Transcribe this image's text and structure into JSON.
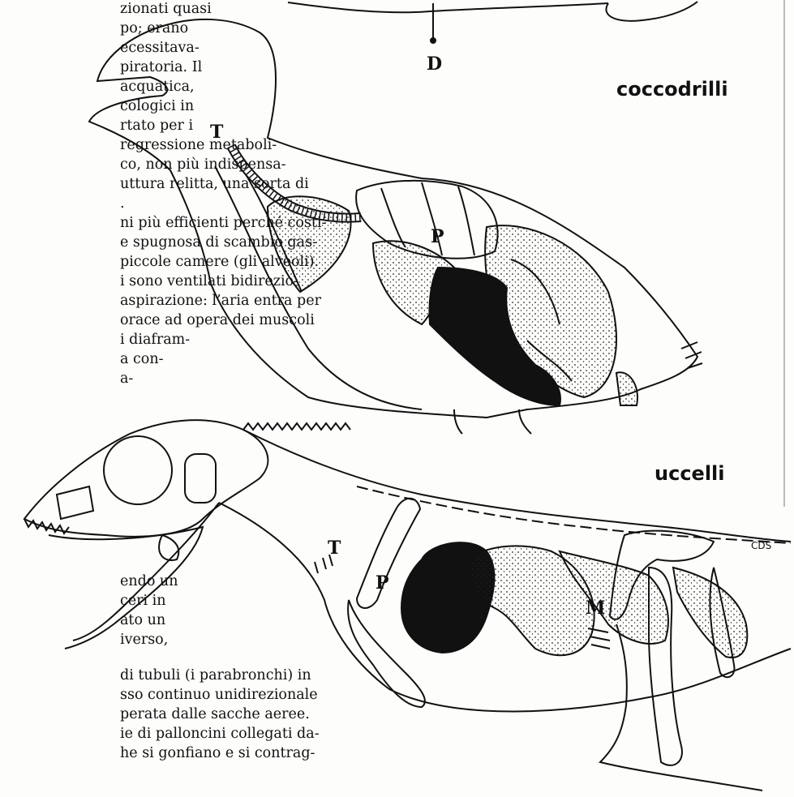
{
  "text_top": [
    "zionati quasi",
    "po; erano",
    "ecessitava-",
    "piratoria. Il",
    "acquatica,",
    "cologici in",
    "rtato per i",
    "regressione metaboli-",
    "co, non più indispensa-",
    "uttura relitta, una sorta di",
    ".",
    "ni più efficienti perché costi-",
    "e spugnosa di scambio gas-",
    "piccole camere (gli alveoli).",
    "i sono ventilati bidirezio-",
    "aspirazione: l’aria entra per",
    "orace ad opera dei muscoli",
    "i diafram-",
    "a con-",
    "a-"
  ],
  "text_bottom": [
    "endo un",
    "ceri in",
    "ato un",
    "iverso,",
    "di tubuli (i parabronchi) in",
    "sso continuo unidirezionale",
    "perata dalle sacche aeree.",
    "ie di palloncini collegati da-",
    "he si gonfiano e si contrag-"
  ],
  "labels": {
    "coccodrilli": "coccodrilli",
    "uccelli": "uccelli",
    "D": "D",
    "T_bird": "T",
    "P_bird": "P",
    "T_croc": "T",
    "P_croc": "P",
    "M": "M",
    "signature": "CDS"
  }
}
